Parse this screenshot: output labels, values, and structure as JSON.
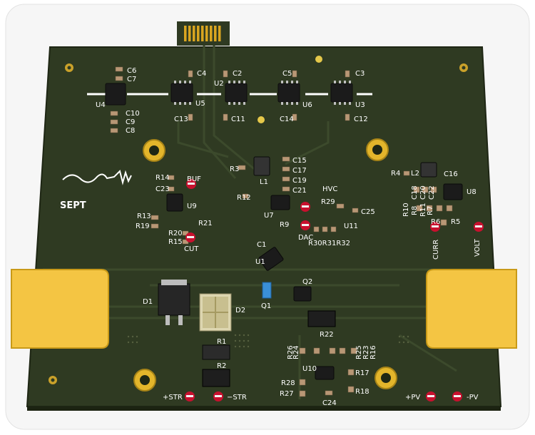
{
  "board": {
    "logo_text": "SEPT",
    "colors": {
      "board": "#2f3a22",
      "board_edge": "#232b18",
      "silkscreen": "#ffffff",
      "gold": "#e8b52a",
      "pad_yellow": "#f5c542",
      "testpoint": "#c8102e",
      "ic_body": "#1c1c1c",
      "frame": "#f4f4f4"
    },
    "test_points": [
      {
        "id": "tp-buf",
        "label": "BUF"
      },
      {
        "id": "tp-cut",
        "label": "CUT"
      },
      {
        "id": "tp-hvc",
        "label": "HVC"
      },
      {
        "id": "tp-dac",
        "label": "DAC"
      },
      {
        "id": "tp-curr",
        "label": "CURR"
      },
      {
        "id": "tp-volt",
        "label": "VOLT"
      },
      {
        "id": "tp-str-pos",
        "label": "+STR"
      },
      {
        "id": "tp-str-neg",
        "label": "−STR"
      },
      {
        "id": "tp-pv-pos",
        "label": "+PV"
      },
      {
        "id": "tp-pv-neg",
        "label": "-PV"
      }
    ],
    "designators": {
      "u4": "U4",
      "u5": "U5",
      "u2": "U2",
      "u6": "U6",
      "u3": "U3",
      "u1": "U1",
      "u7": "U7",
      "u8": "U8",
      "u9": "U9",
      "u10": "U10",
      "u11": "U11",
      "c2": "C2",
      "c3": "C3",
      "c4": "C4",
      "c5": "C5",
      "c6": "C6",
      "c7": "C7",
      "c8": "C8",
      "c9": "C9",
      "c10": "C10",
      "c11": "C11",
      "c12": "C12",
      "c13": "C13",
      "c14": "C14",
      "c15": "C15",
      "c16": "C16",
      "c17": "C17",
      "c18": "C18",
      "c19": "C19",
      "c20": "C20",
      "c21": "C21",
      "c22": "C22",
      "c23": "C23",
      "c24": "C24",
      "c25": "C25",
      "c1": "C1",
      "r1": "R1",
      "r2": "R2",
      "r3": "R3",
      "r4": "R4",
      "r5": "R5",
      "r6": "R6",
      "r7": "R7",
      "r8": "R8",
      "r9": "R9",
      "r10": "R10",
      "r11": "R11",
      "r12": "R12",
      "r13": "R13",
      "r14": "R14",
      "r15": "R15",
      "r16": "R16",
      "r17": "R17",
      "r18": "R18",
      "r19": "R19",
      "r20": "R20",
      "r21": "R21",
      "r22": "R22",
      "r23": "R23",
      "r24": "R24",
      "r25": "R25",
      "r26": "R26",
      "r27": "R27",
      "r28": "R28",
      "r29": "R29",
      "r30r31r32": "R30R31R32",
      "l1": "L1",
      "l2": "L2",
      "d1": "D1",
      "d2": "D2",
      "q1": "Q1",
      "q2": "Q2"
    }
  }
}
